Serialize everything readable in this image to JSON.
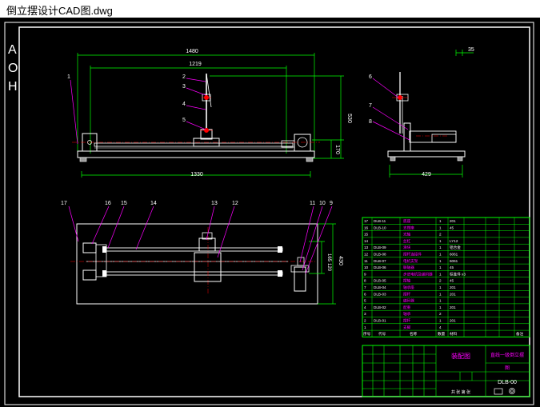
{
  "window": {
    "title": "倒立摆设计CAD图.dwg"
  },
  "colors": {
    "background": "#000000",
    "frame": "#ffffff",
    "dimension": "#00ff00",
    "leader": "#ff00ff",
    "center": "#ff0000",
    "table": "#00ff00"
  },
  "side_label": [
    "A",
    "O",
    "H"
  ],
  "front_view": {
    "dims": {
      "overall_width": "1480",
      "inner_width": "1219",
      "base_width": "1330",
      "height_total": "530",
      "height_base": "170"
    },
    "callouts": [
      "1",
      "2",
      "3",
      "4",
      "5"
    ]
  },
  "side_view": {
    "dims": {
      "base_width": "429",
      "top_offset": "35"
    },
    "callouts": [
      "6",
      "7",
      "8"
    ]
  },
  "top_view": {
    "dims": {
      "depth": "430",
      "rail_gap_a": "165",
      "rail_gap_b": "120"
    },
    "callouts": [
      "17",
      "16",
      "15",
      "14",
      "13",
      "12",
      "11",
      "10",
      "9"
    ]
  },
  "bom_rows": [
    {
      "no": "17",
      "code": "DLB-11",
      "name": "底座",
      "qty": "1",
      "mat": "201"
    },
    {
      "no": "16",
      "code": "DLB-10",
      "name": "支撑座",
      "qty": "1",
      "mat": "45"
    },
    {
      "no": "15",
      "code": "",
      "name": "光轴",
      "qty": "2",
      "mat": ""
    },
    {
      "no": "14",
      "code": "",
      "name": "丝杠",
      "qty": "1",
      "mat": "LY12"
    },
    {
      "no": "13",
      "code": "DLB-09",
      "name": "滑块",
      "qty": "1",
      "mat": "铝合金"
    },
    {
      "no": "12",
      "code": "DLB-08",
      "name": "摆杆连接件",
      "qty": "1",
      "mat": "6061"
    },
    {
      "no": "11",
      "code": "DLB-07",
      "name": "电机支架",
      "qty": "1",
      "mat": "6061"
    },
    {
      "no": "10",
      "code": "DLB-06",
      "name": "联轴器",
      "qty": "1",
      "mat": "45"
    },
    {
      "no": "9",
      "code": "",
      "name": "步进电机及编码器",
      "qty": "1",
      "mat": "标准件 x3"
    },
    {
      "no": "8",
      "code": "DLB-05",
      "name": "摆轴",
      "qty": "2",
      "mat": "45"
    },
    {
      "no": "7",
      "code": "DLB-04",
      "name": "轴承座",
      "qty": "1",
      "mat": "201"
    },
    {
      "no": "6",
      "code": "DLB-03",
      "name": "摆杆",
      "qty": "1",
      "mat": "201"
    },
    {
      "no": "5",
      "code": "",
      "name": "编码器",
      "qty": "1",
      "mat": ""
    },
    {
      "no": "4",
      "code": "DLB-02",
      "name": "配重",
      "qty": "1",
      "mat": "201"
    },
    {
      "no": "3",
      "code": "",
      "name": "轴承",
      "qty": "2",
      "mat": ""
    },
    {
      "no": "2",
      "code": "DLB-01",
      "name": "摆杆",
      "qty": "1",
      "mat": "201"
    },
    {
      "no": "1",
      "code": "",
      "name": "支脚",
      "qty": "4",
      "mat": ""
    }
  ],
  "bom_header": {
    "no": "序号",
    "code": "代号",
    "name": "名称",
    "qty": "数量",
    "mat": "材料",
    "mass": "备注"
  },
  "title_block": {
    "main": "装配图",
    "subtitle": "直线一级倒立摆",
    "drawing_no": "DLB-00",
    "sheet": "共 张 第 张",
    "company": "图"
  }
}
